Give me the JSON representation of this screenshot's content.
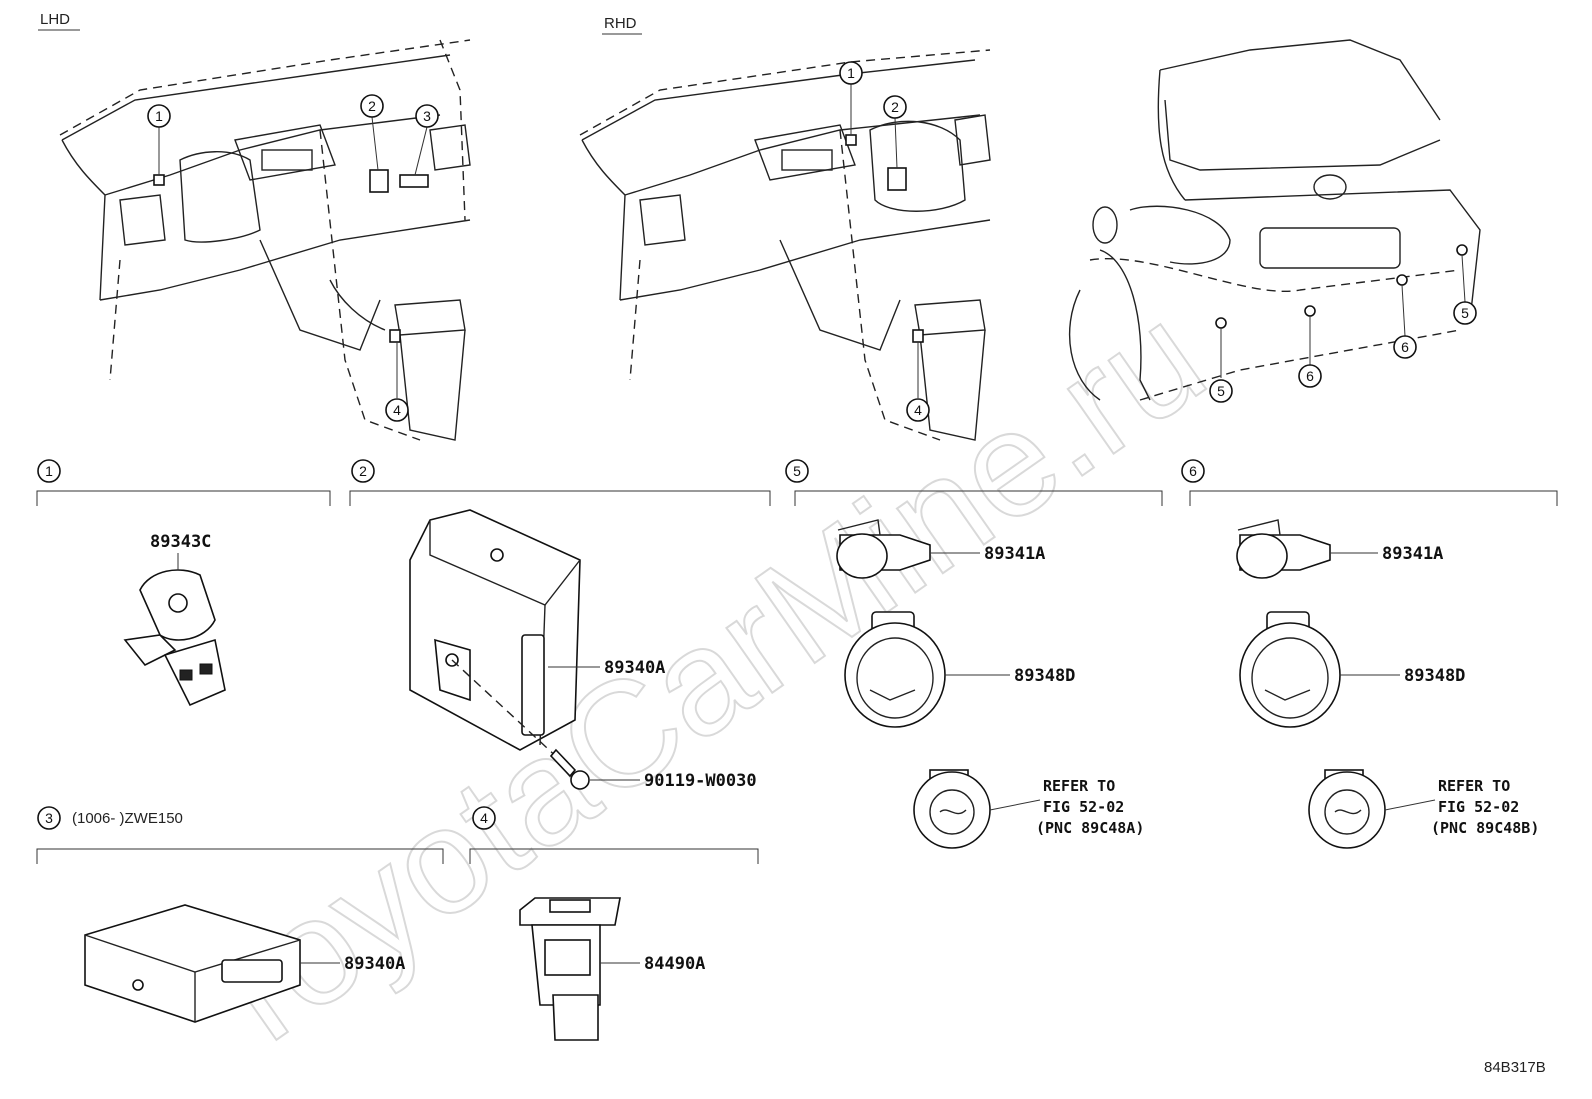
{
  "diagram": {
    "views": {
      "lhd_label": "LHD",
      "rhd_label": "RHD"
    },
    "callouts": [
      "1",
      "2",
      "3",
      "4",
      "5",
      "6"
    ],
    "sections": [
      {
        "num": "1",
        "suffix": ""
      },
      {
        "num": "2",
        "suffix": ""
      },
      {
        "num": "3",
        "suffix": "(1006-      )ZWE150"
      },
      {
        "num": "4",
        "suffix": ""
      },
      {
        "num": "5",
        "suffix": ""
      },
      {
        "num": "6",
        "suffix": ""
      }
    ],
    "parts": {
      "p89343C": "89343C",
      "p89340A_sec2": "89340A",
      "p90119": "90119-W0030",
      "p89340A_sec3": "89340A",
      "p84490A": "84490A",
      "p89341A_sec5": "89341A",
      "p89348D_sec5": "89348D",
      "p89341A_sec6": "89341A",
      "p89348D_sec6": "89348D"
    },
    "refer": {
      "sec5": [
        "REFER TO",
        "FIG 52-02",
        "(PNC 89C48A)"
      ],
      "sec6": [
        "REFER TO",
        "FIG 52-02",
        "(PNC 89C48B)"
      ]
    },
    "figure_code": "84B317B",
    "watermark": "ToyotaCarMine.ru"
  }
}
